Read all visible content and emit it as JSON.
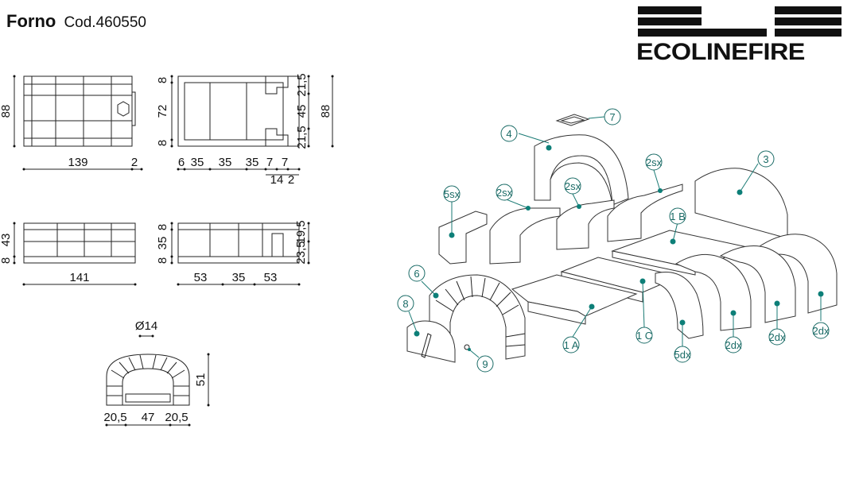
{
  "header": {
    "title": "Forno",
    "code": "Cod.460550"
  },
  "brand": {
    "name": "ECOLINEFIRE",
    "color": "#111111"
  },
  "accent_color": "#0d7f78",
  "views": {
    "front": {
      "left_dims": [
        "88"
      ],
      "bottom_dims": [
        "139",
        "2"
      ]
    },
    "top": {
      "left_dims": [
        "8",
        "72",
        "8"
      ],
      "right_dims": [
        "21,5",
        "45",
        "21,5"
      ],
      "outer_dim": "88",
      "bottom_dims": [
        "6",
        "35",
        "35",
        "35",
        "7",
        "7"
      ],
      "bottom_dims2": [
        "14",
        "2"
      ]
    },
    "side": {
      "left_dims": [
        "43",
        "8"
      ],
      "bottom_dims": [
        "141"
      ]
    },
    "section": {
      "left_dims": [
        "8",
        "35",
        "8"
      ],
      "right_dims": [
        "19,5",
        "23,5"
      ],
      "bottom_dims": [
        "53",
        "35",
        "53"
      ]
    },
    "arch": {
      "flue": "Ø14",
      "height": "51",
      "bottom_dims": [
        "20,5",
        "47",
        "20,5"
      ]
    }
  },
  "parts": [
    "1 A",
    "1 B",
    "1 C",
    "2sx",
    "2sx",
    "2sx",
    "2dx",
    "2dx",
    "2dx",
    "3",
    "4",
    "5sx",
    "5dx",
    "6",
    "7",
    "8",
    "9"
  ]
}
